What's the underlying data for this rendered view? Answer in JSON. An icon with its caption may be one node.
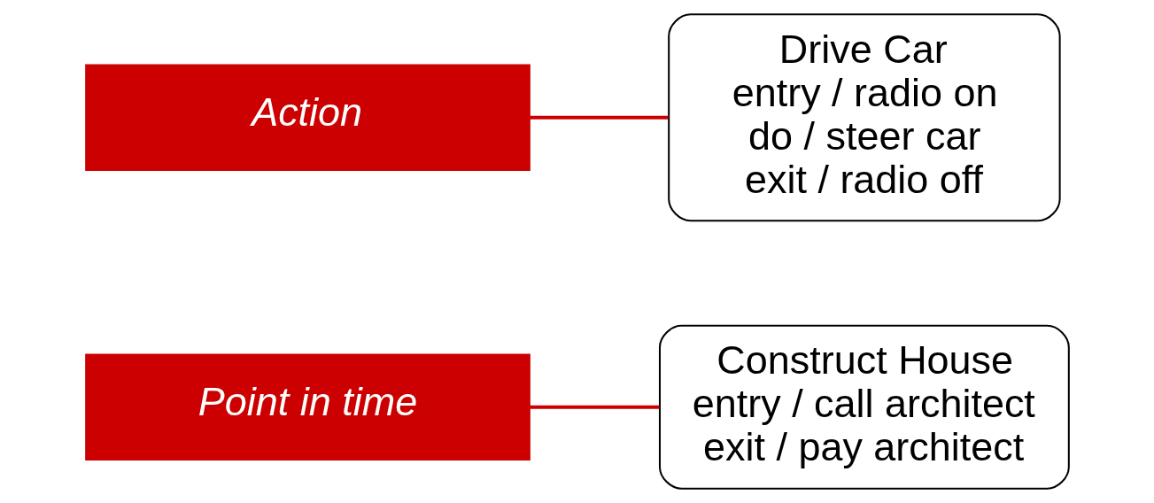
{
  "diagram": {
    "nodes": [
      {
        "text": [
          "Point in time"
        ]
      },
      {
        "text": [
          "Construct House",
          "entry / call architect",
          "exit / pay architect"
        ]
      },
      {
        "text": [
          "Drive Car",
          "entry / radio on",
          "do / steer car",
          "exit / radio off"
        ]
      },
      {
        "text": [
          "Action"
        ]
      }
    ],
    "edges": [
      {
        "from": 0,
        "to": 1,
        "arrow": "none"
      },
      {
        "from": 3,
        "to": 2,
        "arrow": "none"
      }
    ]
  }
}
